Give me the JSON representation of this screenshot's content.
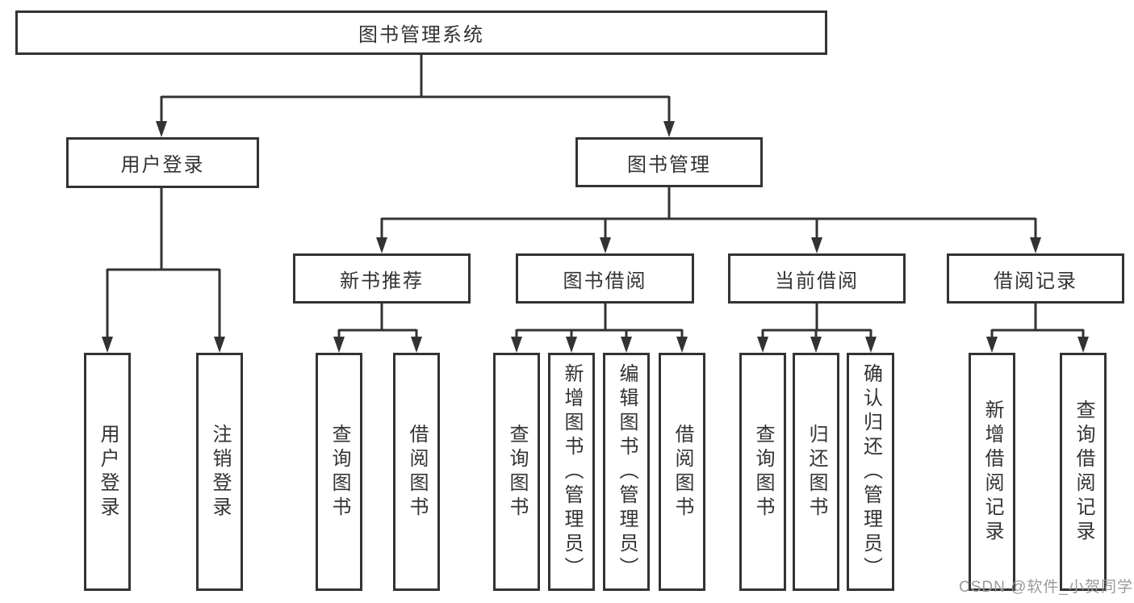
{
  "diagram_type": "hierarchy-tree",
  "colors": {
    "background": "#ffffff",
    "line": "#333333",
    "box_border": "#333333",
    "text": "#333333",
    "watermark": "#9a9a9a"
  },
  "tree": {
    "root": {
      "label": "图书管理系统"
    },
    "branches": [
      {
        "label": "用户登录",
        "children": [
          {
            "label": "用户登录"
          },
          {
            "label": "注销登录"
          }
        ]
      },
      {
        "label": "图书管理",
        "children": [
          {
            "label": "新书推荐",
            "children": [
              {
                "label": "查询图书"
              },
              {
                "label": "借阅图书"
              }
            ]
          },
          {
            "label": "图书借阅",
            "children": [
              {
                "label": "查询图书"
              },
              {
                "label": "新增图书（管理员）"
              },
              {
                "label": "编辑图书（管理员）"
              },
              {
                "label": "借阅图书"
              }
            ]
          },
          {
            "label": "当前借阅",
            "children": [
              {
                "label": "查询图书"
              },
              {
                "label": "归还图书"
              },
              {
                "label": "确认归还（管理员）"
              }
            ]
          },
          {
            "label": "借阅记录",
            "children": [
              {
                "label": "新增借阅记录"
              },
              {
                "label": "查询借阅记录"
              }
            ]
          }
        ]
      }
    ]
  },
  "watermark": {
    "text": "CSDN @软件_小贺同学"
  }
}
